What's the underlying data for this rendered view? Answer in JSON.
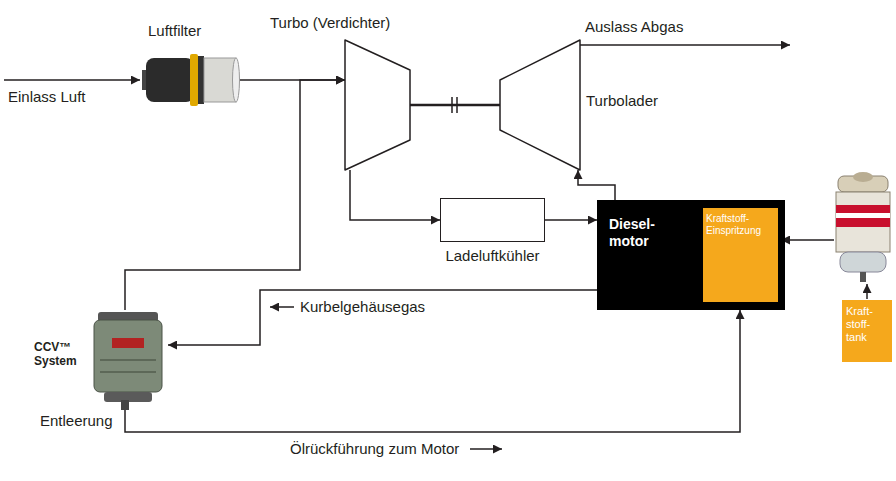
{
  "diagram": {
    "nodes": [
      {
        "text": [
          "Luftfilter"
        ]
      },
      {
        "text": [
          "Turbo (Verdichter)"
        ]
      },
      {
        "text": [
          "Turbolader"
        ]
      },
      {
        "text": [
          "Ladeluftkühler"
        ]
      },
      {
        "text": [
          "Diesel- motor"
        ]
      },
      {
        "text": [
          "Kraftstoff- Einspritzung"
        ],
        "in": 4
      },
      {
        "text": [
          "CCV™ System"
        ]
      },
      {
        "text": [
          "Kraft- stoff- tank"
        ]
      }
    ],
    "edges": [
      {
        "from": 0,
        "to": 1,
        "arrow": "to"
      },
      {
        "from": 6,
        "to": 1,
        "arrow": "to"
      },
      {
        "from": 1,
        "to": 2,
        "arrow": "none"
      },
      {
        "from": 1,
        "to": 3,
        "arrow": "to"
      },
      {
        "from": 3,
        "to": 4,
        "arrow": "to"
      },
      {
        "from": 4,
        "to": 2,
        "arrow": "to"
      },
      {
        "from": 4,
        "to": 6,
        "arrow": "to",
        "label": "Kurbelgehäusegas"
      },
      {
        "from": 6,
        "to": 4,
        "arrow": "to",
        "label": "Ölrückführung zum Motor"
      }
    ],
    "labels": [
      "Einlass Luft",
      "Auslass Abgas",
      "Entleerung"
    ]
  }
}
